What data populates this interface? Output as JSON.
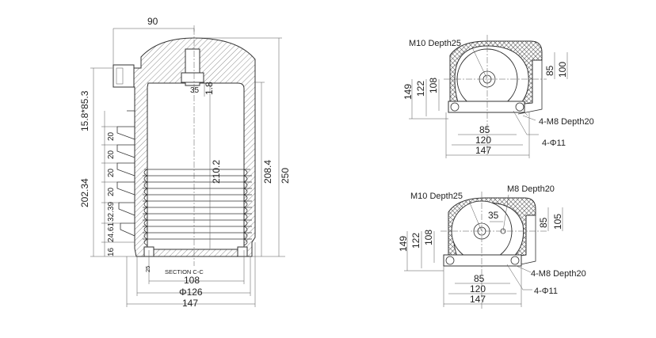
{
  "section": {
    "label": "SECTION C-C",
    "dims": {
      "top_width": "90",
      "left_upper": "15.8*85.3",
      "left_lower": "202.34",
      "rib_1": "20",
      "rib_2": "20",
      "rib_3": "20",
      "rib_4": "20",
      "rib_5": "32.39",
      "rib_6": "24.61",
      "rib_7": "16",
      "rib_8": "25",
      "insert_35": "35",
      "insert_1_8": "1.8",
      "inner_height": "210.2",
      "height_208": "208.4",
      "height_250": "250",
      "bottom_108": "108",
      "bottom_126": "Φ126",
      "bottom_147": "147"
    }
  },
  "view_top": {
    "thread": "M10 Depth25",
    "holes_thread": "4-M8 Depth20",
    "holes_dia": "4-Φ11",
    "dims": {
      "h149": "149",
      "h122": "122",
      "h108": "108",
      "r85": "85",
      "r100": "100",
      "w85": "85",
      "w120": "120",
      "w147": "147"
    }
  },
  "view_bottom": {
    "thread": "M10 Depth25",
    "thread2": "M8 Depth20",
    "holes_thread": "4-M8 Depth20",
    "holes_dia": "4-Φ11",
    "dims": {
      "h149": "149",
      "h122": "122",
      "h108": "108",
      "d35": "35",
      "r85": "85",
      "r105": "105",
      "w85": "85",
      "w120": "120",
      "w147": "147"
    }
  }
}
